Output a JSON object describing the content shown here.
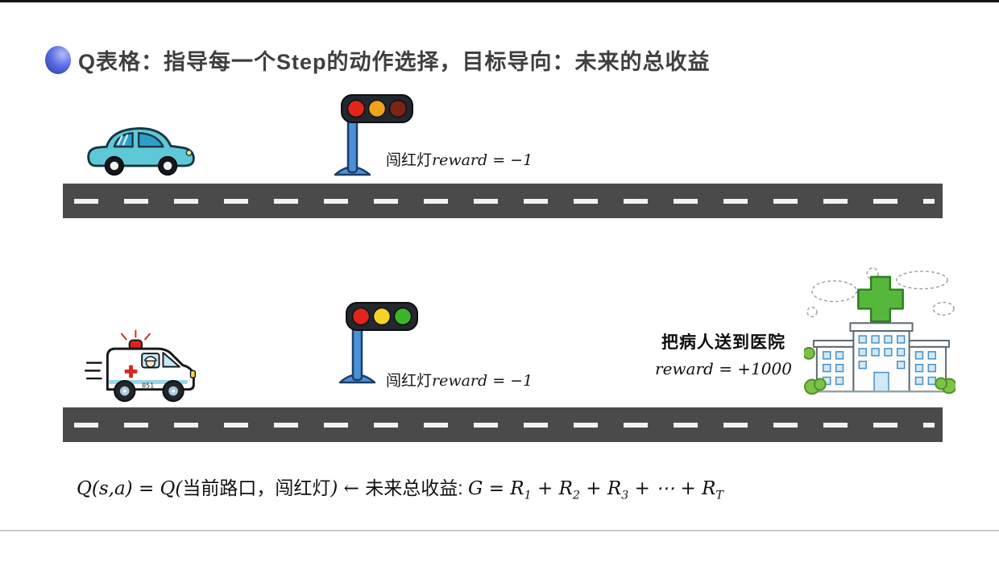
{
  "title": "Q表格：指导每一个Step的动作选择，目标导向：未来的总收益",
  "scenes": {
    "top": {
      "light_label_cn": "闯红灯",
      "light_label_math": "reward = −1",
      "lights": {
        "l1": "#e3241b",
        "l2": "#f0a21d",
        "l3": "#7e2218"
      }
    },
    "bottom": {
      "light_label_cn": "闯红灯",
      "light_label_math": "reward = −1",
      "lights": {
        "l1": "#e3241b",
        "l2": "#f4d327",
        "l3": "#3db32c"
      },
      "hospital_label_cn": "把病人送到医院",
      "hospital_label_math": "reward = +1000"
    }
  },
  "ambulance_number": "051",
  "formula": [
    {
      "t": "Q(s,a) = Q(",
      "math": true
    },
    {
      "t": "当前路口，闯红灯"
    },
    {
      "t": ") ← ",
      "math": true
    },
    {
      "t": "未来总收益: "
    },
    {
      "t": "G = R",
      "math": true
    },
    {
      "t": "1",
      "math": true,
      "sub": true
    },
    {
      "t": " + R",
      "math": true
    },
    {
      "t": "2",
      "math": true,
      "sub": true
    },
    {
      "t": " + R",
      "math": true
    },
    {
      "t": "3",
      "math": true,
      "sub": true
    },
    {
      "t": " + ⋯ + R",
      "math": true
    },
    {
      "t": "T",
      "math": true,
      "sub": true
    }
  ],
  "colors": {
    "road": "#4a4a4a",
    "road_dash": "#f2f2f2",
    "title_text": "#3f3f3f",
    "bullet_blue": "#5b6ee6",
    "car_body": "#5ec8d6",
    "pole_blue": "#4a90d9",
    "hospital_cross_green": "#55b83c",
    "reward_text": "#141414"
  },
  "icons": {
    "bullet": "sphere-bullet-icon",
    "car": "car-illustration",
    "traffic_light": "traffic-light-illustration",
    "ambulance": "ambulance-illustration",
    "hospital": "hospital-illustration"
  }
}
